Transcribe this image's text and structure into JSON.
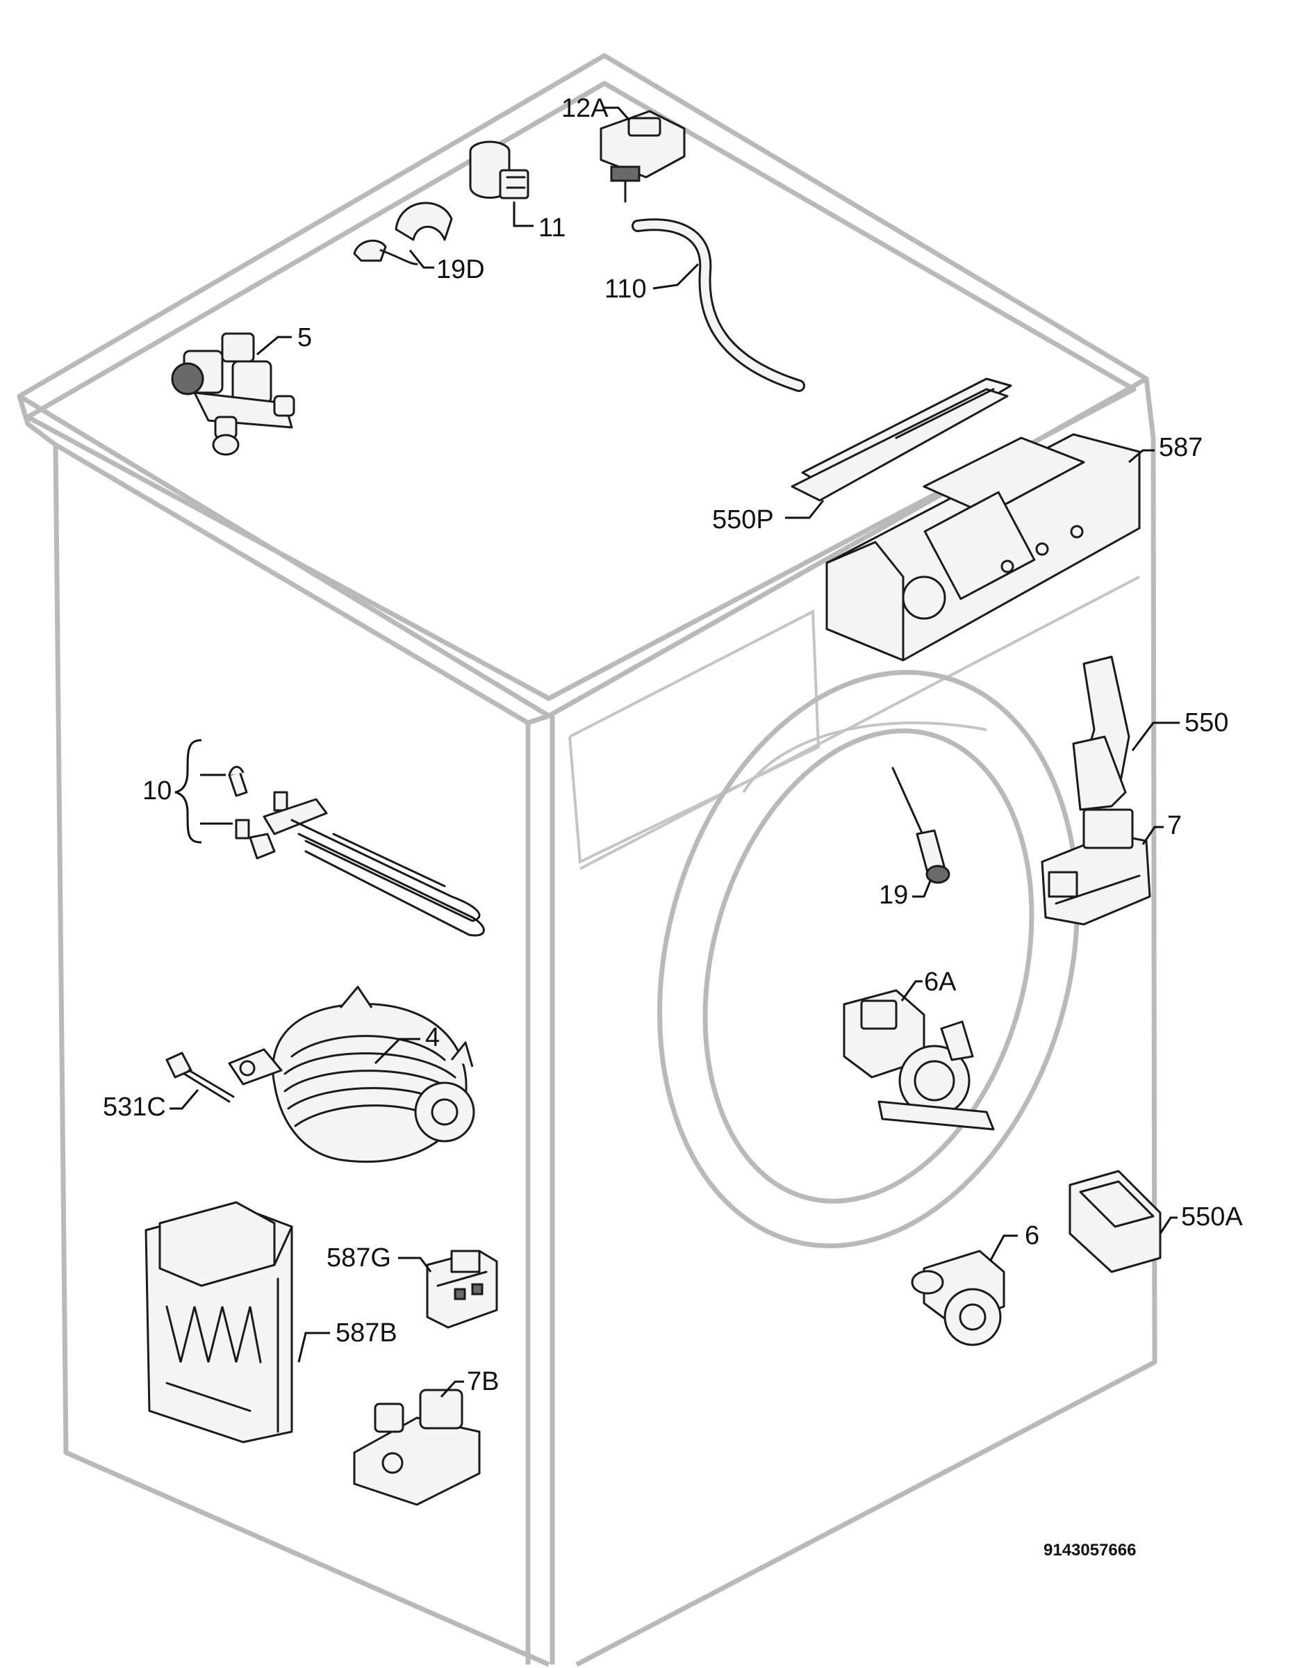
{
  "diagram": {
    "document_number": "9143057666",
    "parts": [
      {
        "id": "p12A",
        "label": "12A"
      },
      {
        "id": "p11",
        "label": "11"
      },
      {
        "id": "p19D",
        "label": "19D"
      },
      {
        "id": "p110",
        "label": "110"
      },
      {
        "id": "p5",
        "label": "5"
      },
      {
        "id": "p587",
        "label": "587"
      },
      {
        "id": "p550P",
        "label": "550P"
      },
      {
        "id": "p550",
        "label": "550"
      },
      {
        "id": "p10",
        "label": "10"
      },
      {
        "id": "p7",
        "label": "7"
      },
      {
        "id": "p19",
        "label": "19"
      },
      {
        "id": "p6A",
        "label": "6A"
      },
      {
        "id": "p4",
        "label": "4"
      },
      {
        "id": "p531C",
        "label": "531C"
      },
      {
        "id": "p550A",
        "label": "550A"
      },
      {
        "id": "p6",
        "label": "6"
      },
      {
        "id": "p587G",
        "label": "587G"
      },
      {
        "id": "p587B",
        "label": "587B"
      },
      {
        "id": "p7B",
        "label": "7B"
      }
    ]
  }
}
